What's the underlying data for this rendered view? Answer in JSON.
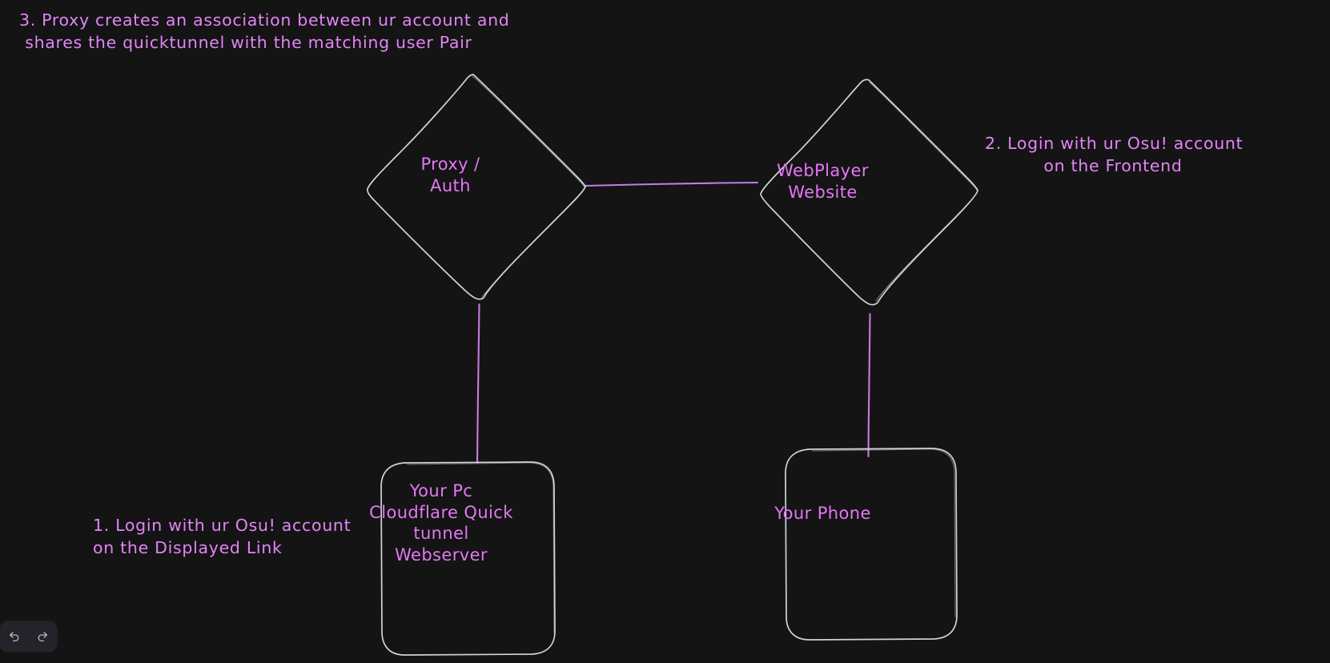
{
  "canvas": {
    "background_color": "#141414",
    "stroke_color": "#ced4da",
    "connector_color": "#c77cdd",
    "text_color": "#e479f0"
  },
  "nodes": [
    {
      "id": "proxy-auth",
      "shape": "diamond",
      "label_lines": [
        "Proxy /",
        "Auth"
      ],
      "label": "Proxy /\nAuth"
    },
    {
      "id": "webplayer-website",
      "shape": "diamond",
      "label_lines": [
        "WebPlayer",
        "Website"
      ],
      "label": "WebPlayer\nWebsite"
    },
    {
      "id": "your-pc",
      "shape": "rounded-rectangle",
      "label_lines": [
        "Your Pc",
        "Cloudflare Quick",
        "tunnel",
        "Webserver"
      ],
      "label": "Your Pc\nCloudflare Quick\ntunnel\nWebserver"
    },
    {
      "id": "your-phone",
      "shape": "rounded-rectangle",
      "label_lines": [
        "Your Phone"
      ],
      "label": "Your Phone"
    }
  ],
  "connectors": [
    {
      "id": "proxy-to-webplayer",
      "from": "proxy-auth",
      "to": "webplayer-website",
      "orientation": "horizontal"
    },
    {
      "id": "proxy-to-yourpc",
      "from": "proxy-auth",
      "to": "your-pc",
      "orientation": "vertical"
    },
    {
      "id": "webplayer-to-yourphone",
      "from": "webplayer-website",
      "to": "your-phone",
      "orientation": "vertical"
    }
  ],
  "annotations": [
    {
      "id": "step-3",
      "number": "3.",
      "text": "3. Proxy creates an association between ur account and\n shares the quicktunnel with the matching user Pair"
    },
    {
      "id": "step-2",
      "number": "2.",
      "text": "2. Login with ur Osu! account\non the Frontend"
    },
    {
      "id": "step-1",
      "number": "1.",
      "text": "1. Login with ur Osu! account\non the Displayed Link"
    }
  ],
  "toolbar": {
    "undo_label": "Undo",
    "undo_icon": "undo-arrow-icon",
    "redo_label": "Redo",
    "redo_icon": "redo-arrow-icon"
  }
}
